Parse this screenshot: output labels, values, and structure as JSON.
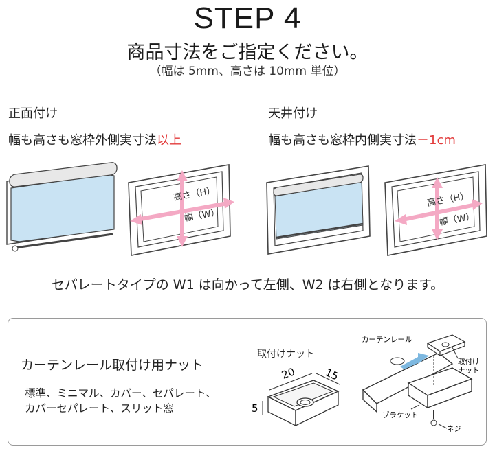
{
  "header": {
    "step": "STEP 4",
    "subtitle": "商品寸法をご指定ください。",
    "note": "（幅は 5mm、高さは 10mm 単位）"
  },
  "front_mount": {
    "title": "正面付け",
    "rule_prefix": "幅も高さも窓枠外側実寸法",
    "rule_highlight": "以上",
    "height_label": "高さ（H）",
    "width_label": "幅（W）"
  },
  "ceiling_mount": {
    "title": "天井付け",
    "rule_prefix": "幅も高さも窓枠内側実寸法",
    "rule_highlight": "－1cm",
    "height_label": "高さ（H）",
    "width_label": "幅（W）"
  },
  "caption": "セパレートタイプの W1 は向かって左側、W2 は右側となります。",
  "rail_nut": {
    "title": "カーテンレール取付け用ナット",
    "types_line1": "標準、ミニマル、カバー、セパレート、",
    "types_line2": "カバーセパレート、スリット窓",
    "nut_label": "取付けナット",
    "dim_20": "20",
    "dim_15": "15",
    "dim_5": "5",
    "rail_label": "カーテンレール",
    "nut_label2_line1": "取付け",
    "nut_label2_line2": "ナット",
    "bracket_label": "ブラケット",
    "screw_label": "ネジ"
  },
  "colors": {
    "accent_red": "#e23b3b",
    "arrow_pink": "#f4a9c4",
    "blind_blue": "#c9e3f3"
  }
}
